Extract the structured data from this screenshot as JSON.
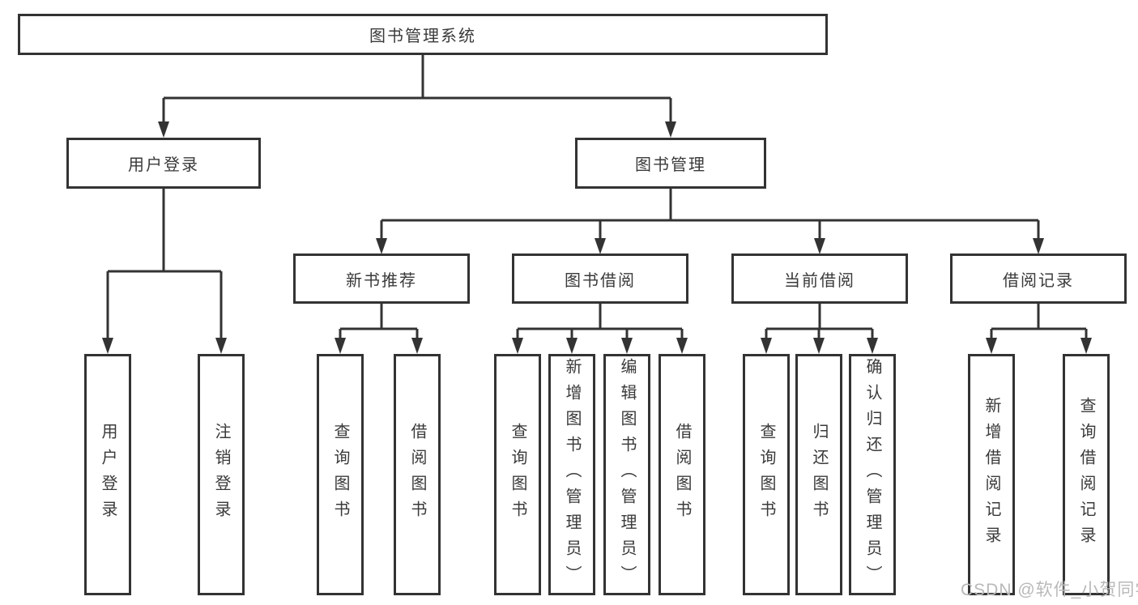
{
  "diagram": {
    "type": "hierarchy-tree",
    "colors": {
      "background": "#ffffff",
      "line": "#333333",
      "text": "#3a3a3a",
      "watermark": "#b9b9b9"
    },
    "root": {
      "label": "图书管理系统"
    },
    "level2": [
      {
        "label": "用户登录"
      },
      {
        "label": "图书管理"
      }
    ],
    "level3": [
      {
        "label": "新书推荐",
        "parent": "图书管理"
      },
      {
        "label": "图书借阅",
        "parent": "图书管理"
      },
      {
        "label": "当前借阅",
        "parent": "图书管理"
      },
      {
        "label": "借阅记录",
        "parent": "图书管理"
      }
    ],
    "leaves": [
      {
        "label": "用户登录",
        "parent": "用户登录"
      },
      {
        "label": "注销登录",
        "parent": "用户登录"
      },
      {
        "label": "查询图书",
        "parent": "新书推荐"
      },
      {
        "label": "借阅图书",
        "parent": "新书推荐"
      },
      {
        "label": "查询图书",
        "parent": "图书借阅"
      },
      {
        "label": "新增图书（管理员）",
        "parent": "图书借阅"
      },
      {
        "label": "编辑图书（管理员）",
        "parent": "图书借阅"
      },
      {
        "label": "借阅图书",
        "parent": "图书借阅"
      },
      {
        "label": "查询图书",
        "parent": "当前借阅"
      },
      {
        "label": "归还图书",
        "parent": "当前借阅"
      },
      {
        "label": "确认归还（管理员）",
        "parent": "当前借阅"
      },
      {
        "label": "新增借阅记录",
        "parent": "借阅记录"
      },
      {
        "label": "查询借阅记录",
        "parent": "借阅记录"
      }
    ],
    "watermark": {
      "text": "CSDN @软件_小贺同学"
    }
  }
}
